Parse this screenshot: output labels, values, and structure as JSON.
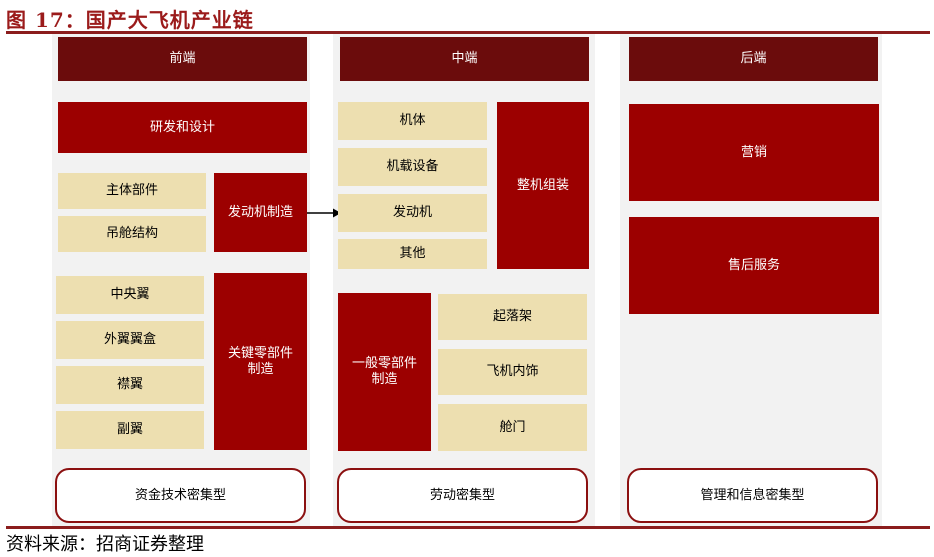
{
  "figure": {
    "title": "图 17：国产大飞机产业链",
    "source": "资料来源：招商证券整理"
  },
  "columns": {
    "front": {
      "header": "前端",
      "rnd": "研发和设计",
      "engine_mfg": "发动机制造",
      "key_parts_mfg": "关键零部件\n制造",
      "parts": [
        "主体部件",
        "吊舱结构",
        "中央翼",
        "外翼翼盒",
        "襟翼",
        "副翼"
      ],
      "intensity": "资金技术密集型"
    },
    "middle": {
      "header": "中端",
      "body": "机体",
      "airborne_equipment": "机载设备",
      "engine": "发动机",
      "other": "其他",
      "final_assembly": "整机组装",
      "general_parts_mfg": "一般零部件\n制造",
      "general_parts": [
        "起落架",
        "飞机内饰",
        "舱门"
      ],
      "intensity": "劳动密集型"
    },
    "back": {
      "header": "后端",
      "marketing": "营销",
      "after_sales": "售后服务",
      "intensity": "管理和信息密集型"
    }
  },
  "colors": {
    "header": "#6b0c0c",
    "red": "#9c0000",
    "beige": "#eddfb0",
    "panel": "#f2f2f2",
    "title": "#9b1b1b"
  }
}
